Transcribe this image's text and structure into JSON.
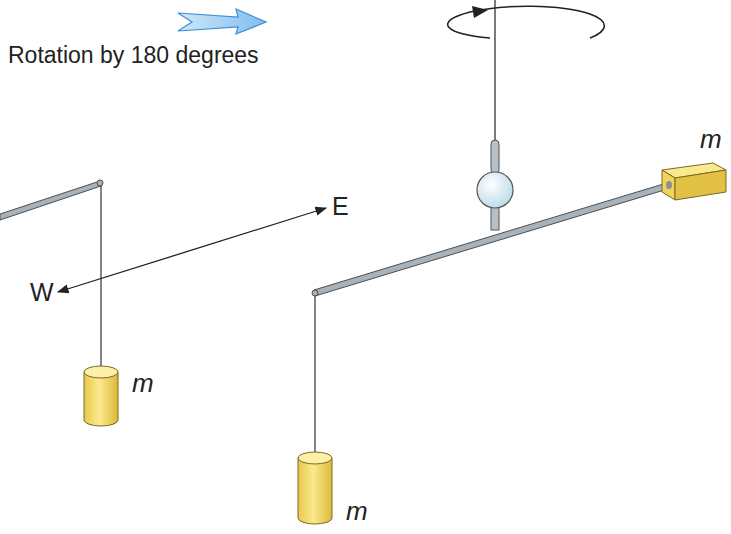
{
  "diagram": {
    "labels": [
      "Rotation by 180 degrees",
      "m",
      "E",
      "W",
      "m",
      "m"
    ]
  }
}
